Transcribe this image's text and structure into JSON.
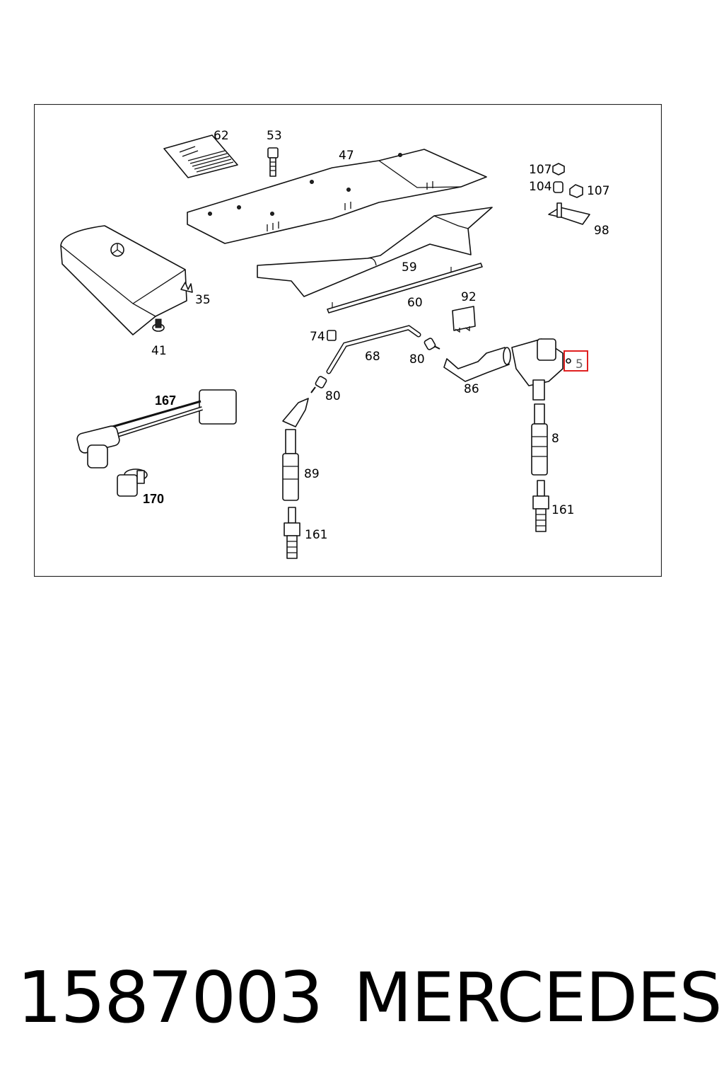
{
  "diagram": {
    "highlight_color": "#e02020",
    "labels": {
      "p62": "62",
      "p53": "53",
      "p47": "47",
      "p107a": "107",
      "p104": "104",
      "p107b": "107",
      "p98": "98",
      "p59": "59",
      "p35": "35",
      "p92": "92",
      "p60": "60",
      "p41": "41",
      "p74": "74",
      "p68": "68",
      "p80a": "80",
      "p80b": "80",
      "p86": "86",
      "p5": "5",
      "p167": "167",
      "p8": "8",
      "p89": "89",
      "p170": "170",
      "p161a": "161",
      "p161b": "161"
    }
  },
  "footer": {
    "part_number": "1587003",
    "brand": "MERCEDES"
  }
}
